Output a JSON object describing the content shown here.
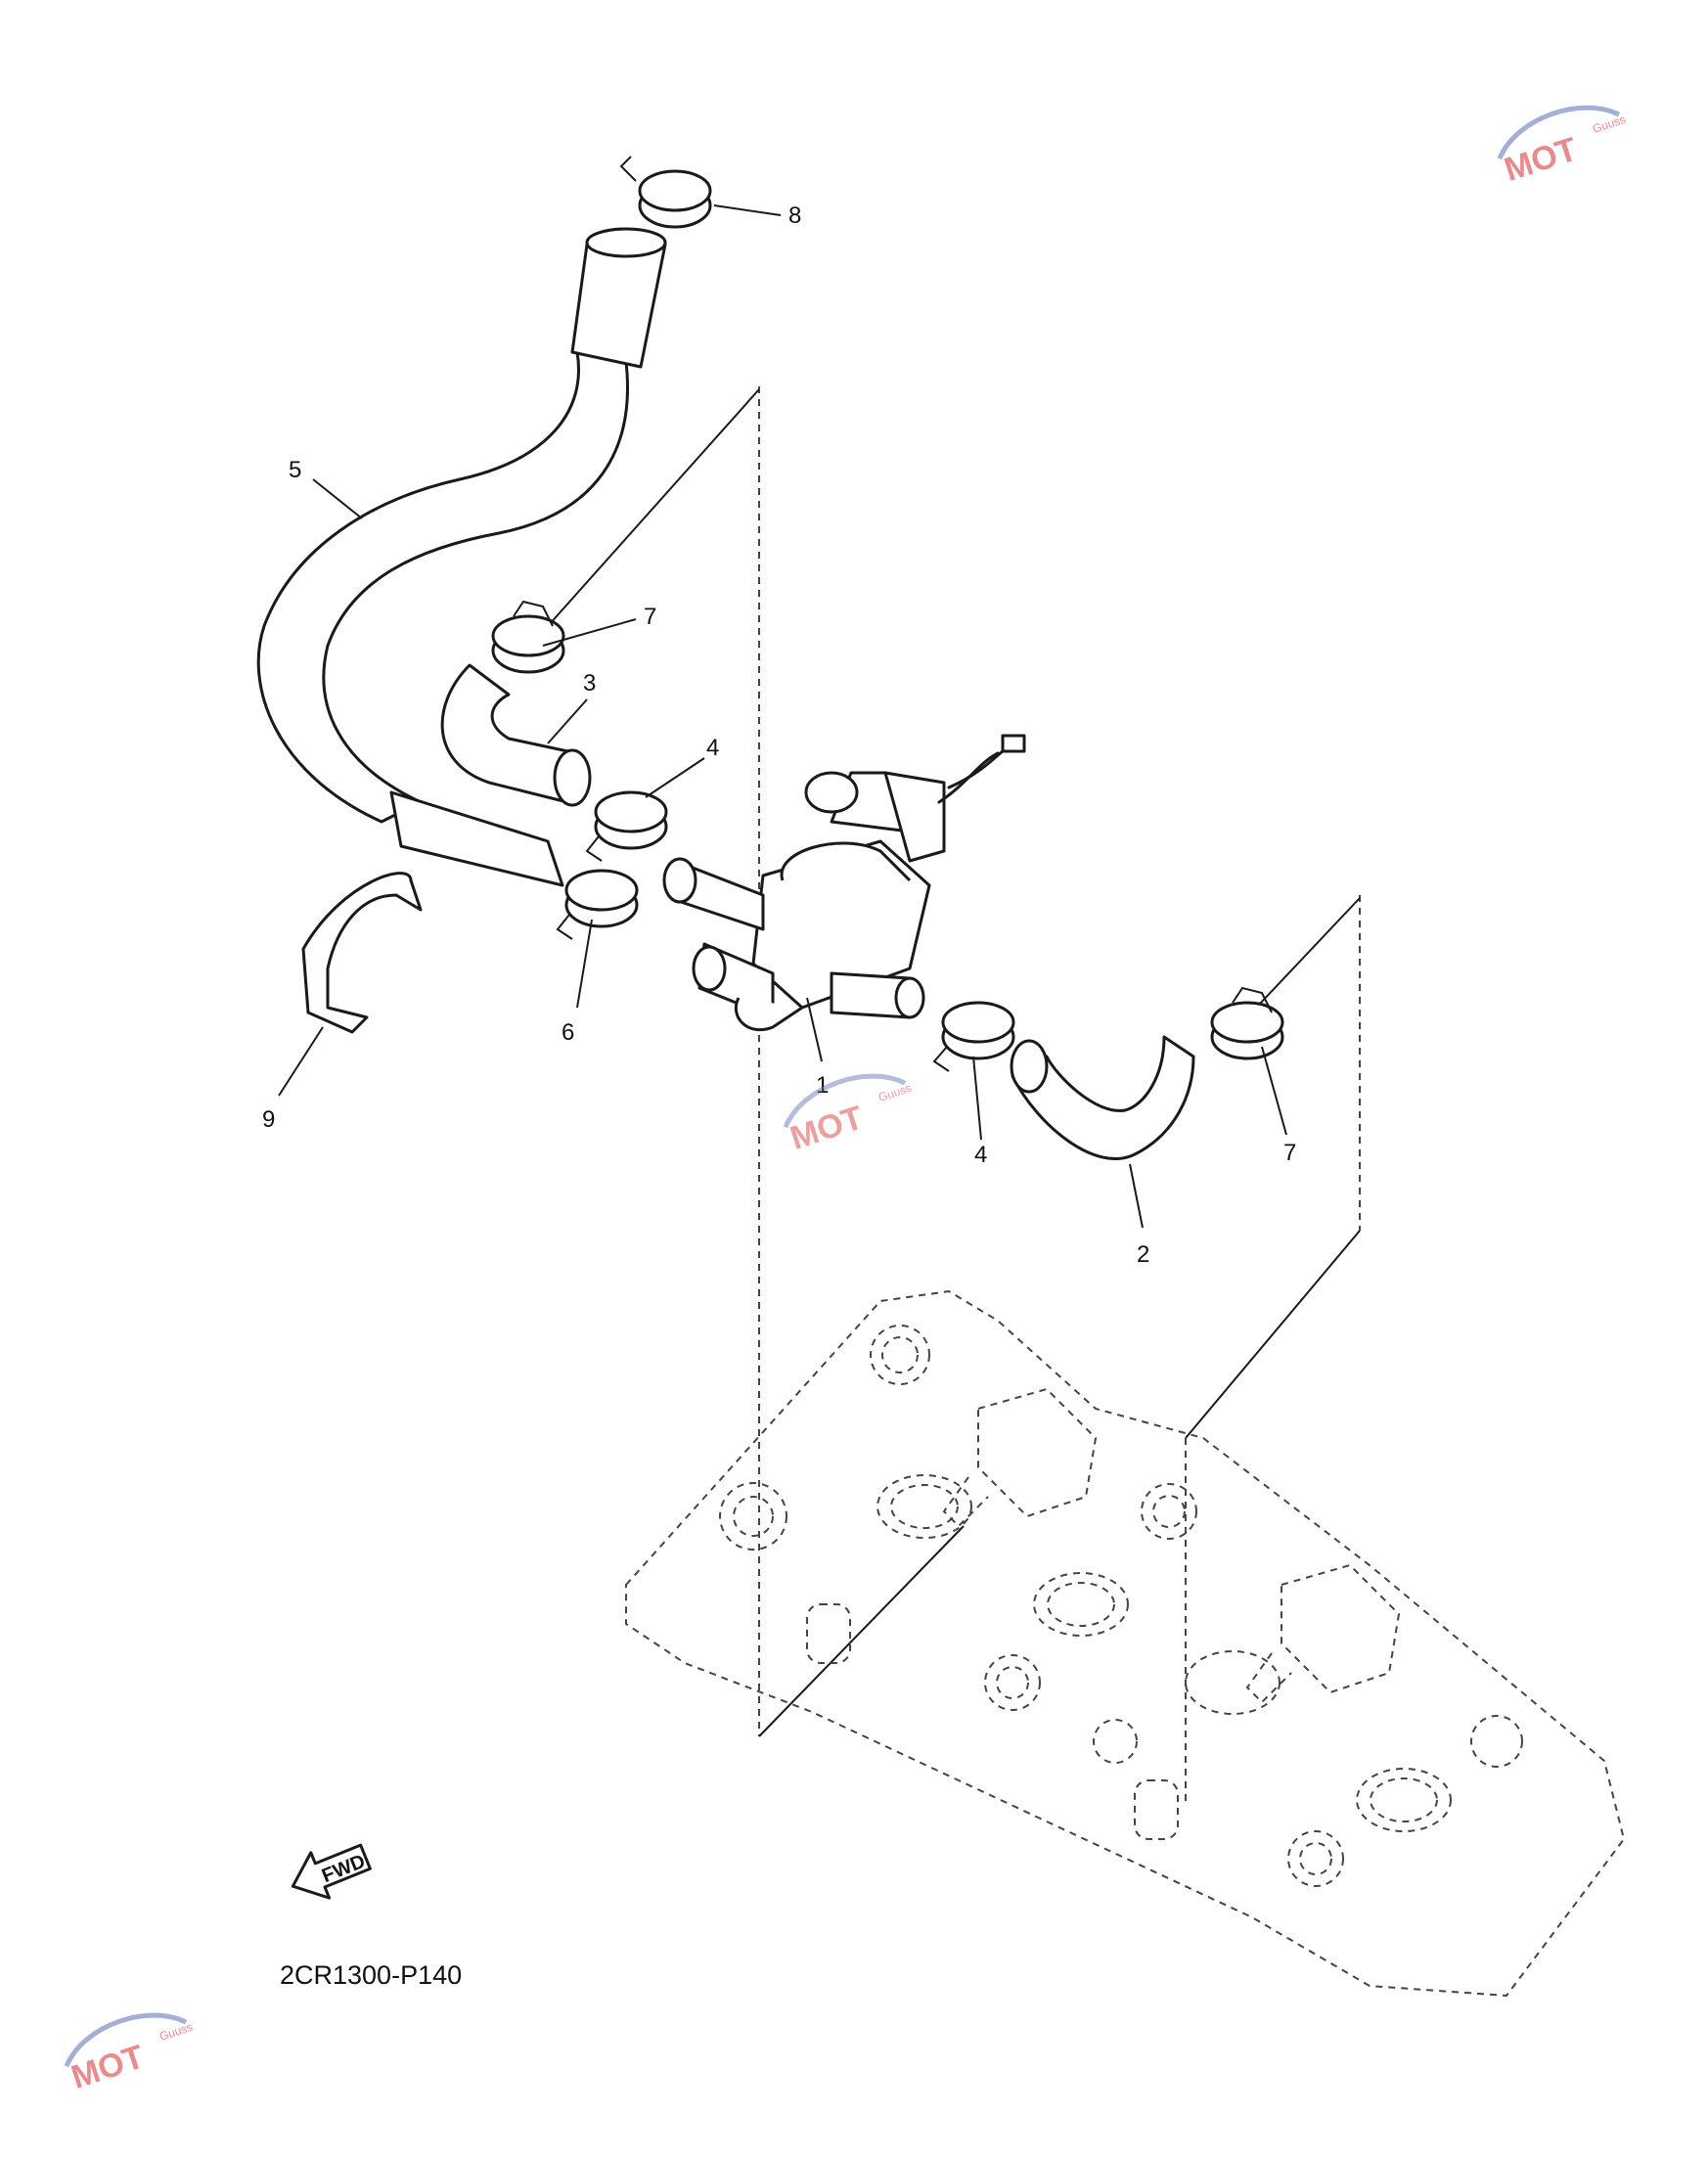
{
  "callouts": [
    {
      "id": "1",
      "text": "1"
    },
    {
      "id": "2",
      "text": "2"
    },
    {
      "id": "3",
      "text": "3"
    },
    {
      "id": "4a",
      "text": "4"
    },
    {
      "id": "4b",
      "text": "4"
    },
    {
      "id": "5",
      "text": "5"
    },
    {
      "id": "6",
      "text": "6"
    },
    {
      "id": "7a",
      "text": "7"
    },
    {
      "id": "7b",
      "text": "7"
    },
    {
      "id": "8",
      "text": "8"
    },
    {
      "id": "9",
      "text": "9"
    }
  ],
  "fwd_label": "FWD",
  "diagram_code": "2CR1300-P140",
  "watermark": {
    "text": "MOT",
    "sub": "Guuss",
    "color_primary": "#d32f2f",
    "color_secondary": "#5b6fb5"
  }
}
